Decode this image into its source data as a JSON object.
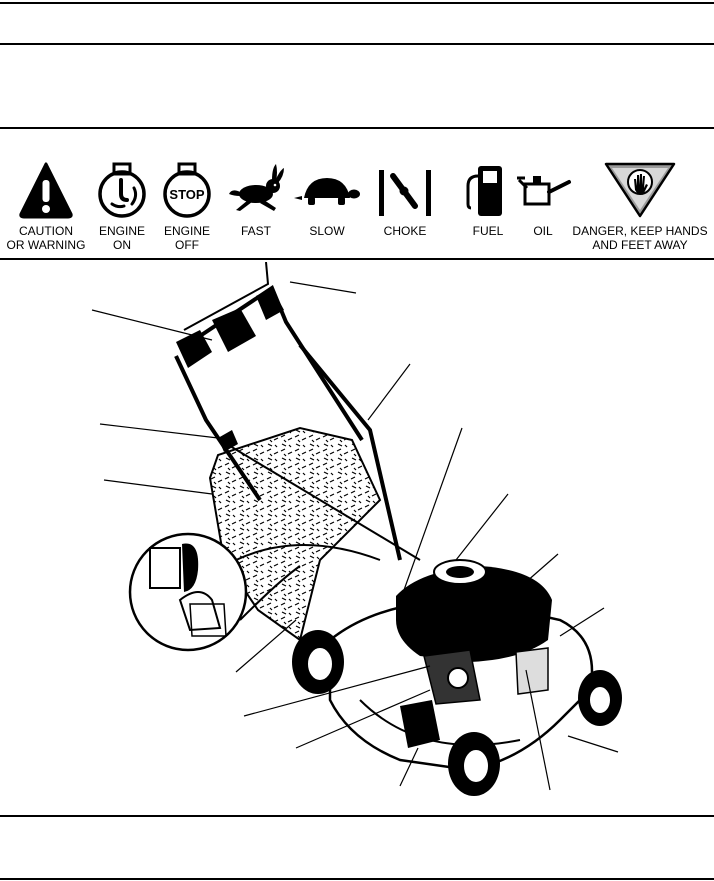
{
  "symbols": [
    {
      "line1": "CAUTION",
      "line2": "OR WARNING",
      "icon": "warning-triangle-icon"
    },
    {
      "line1": "ENGINE",
      "line2": "ON",
      "icon": "engine-on-icon"
    },
    {
      "line1": "ENGINE",
      "line2": "OFF",
      "icon": "engine-stop-icon",
      "icon_text": "STOP"
    },
    {
      "line1": "FAST",
      "line2": "",
      "icon": "rabbit-icon"
    },
    {
      "line1": "SLOW",
      "line2": "",
      "icon": "turtle-icon"
    },
    {
      "line1": "CHOKE",
      "line2": "",
      "icon": "choke-icon"
    },
    {
      "line1": "FUEL",
      "line2": "",
      "icon": "fuel-pump-icon"
    },
    {
      "line1": "OIL",
      "line2": "",
      "icon": "oil-can-icon"
    },
    {
      "line1": "DANGER, KEEP HANDS",
      "line2": "AND FEET AWAY",
      "icon": "keep-hands-away-icon"
    }
  ],
  "illustration": {
    "subject": "lawn-mower",
    "callout_count": 14
  }
}
